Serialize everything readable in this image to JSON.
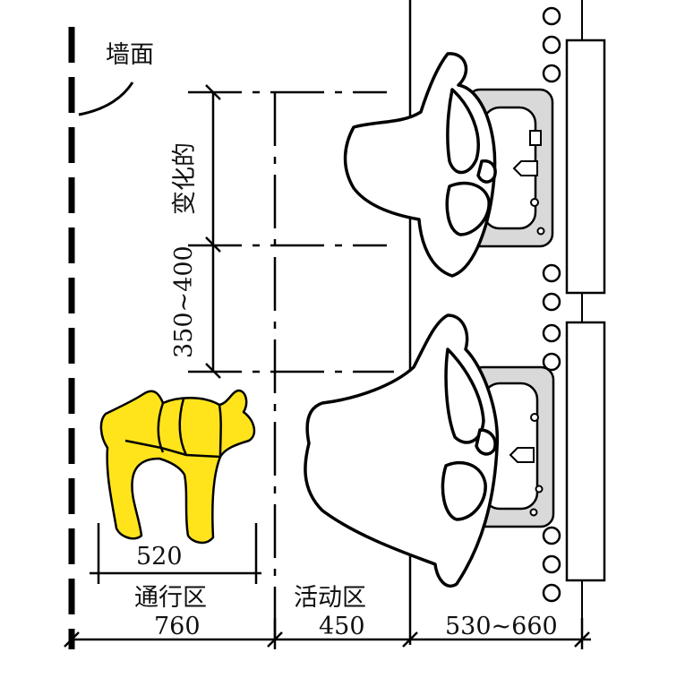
{
  "labels": {
    "wall": "墙面",
    "variable": "变化的",
    "range_vertical": "350~400",
    "shoulder_width": "520",
    "passage_zone": "通行区",
    "activity_zone": "活动区",
    "passage_width": "760",
    "activity_width": "450",
    "fixture_depth": "530~660"
  },
  "colors": {
    "person_highlight": "#FFE41C",
    "sink_fill": "#D9D9D9",
    "line": "#000000"
  }
}
